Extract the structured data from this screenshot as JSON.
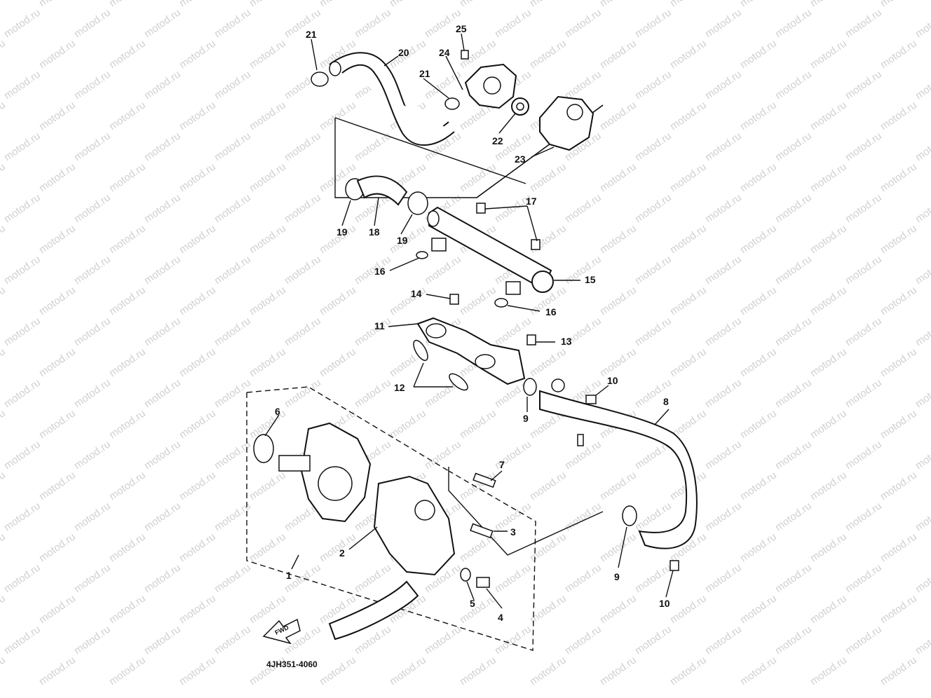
{
  "watermark": "motod.ru",
  "diagram_code": "4JH351-4060",
  "forward_label": "FWD",
  "callouts": {
    "c1": "1",
    "c2": "2",
    "c3": "3",
    "c4": "4",
    "c5": "5",
    "c6": "6",
    "c7": "7",
    "c8": "8",
    "c9a": "9",
    "c9b": "9",
    "c10a": "10",
    "c10b": "10",
    "c11": "11",
    "c12": "12",
    "c13": "13",
    "c14": "14",
    "c15": "15",
    "c16a": "16",
    "c16b": "16",
    "c17": "17",
    "c18": "18",
    "c19a": "19",
    "c19b": "19",
    "c20": "20",
    "c21a": "21",
    "c21b": "21",
    "c22": "22",
    "c23": "23",
    "c24": "24",
    "c25": "25"
  }
}
